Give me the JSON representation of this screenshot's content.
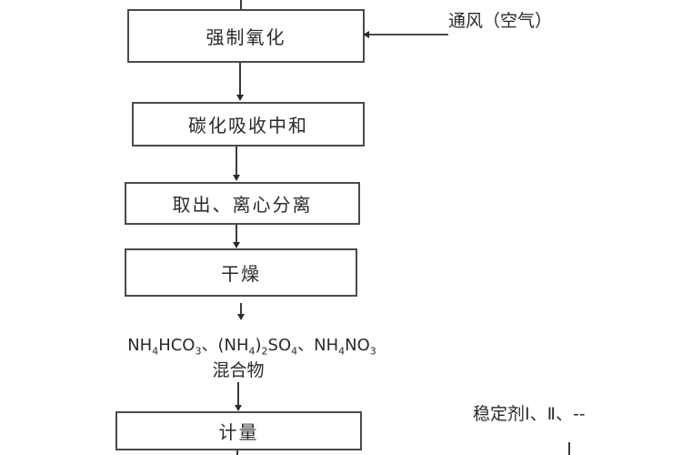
{
  "flowchart": {
    "steps": [
      {
        "id": "forced-oxidation",
        "label": "强制氧化"
      },
      {
        "id": "carbonation-absorption-neutralization",
        "label": "碳化吸收中和"
      },
      {
        "id": "remove-centrifuge",
        "label": "取出、离心分离"
      },
      {
        "id": "drying",
        "label": "干燥"
      },
      {
        "id": "metering",
        "label": "计量"
      }
    ],
    "side_inputs": {
      "air": "通风（空气）",
      "stabilizer": "稳定剂Ⅰ、Ⅱ、--"
    },
    "intermediate_product": {
      "formula_parts": [
        "NH",
        "4",
        "HCO",
        "3",
        "、(NH",
        "4",
        ")",
        "2",
        "SO",
        "4",
        "、NH",
        "4",
        "NO",
        "3"
      ],
      "line2": "混合物"
    },
    "colors": {
      "stroke": "#4a4a4a",
      "text": "#2a2a2a",
      "background": "#ffffff"
    }
  }
}
